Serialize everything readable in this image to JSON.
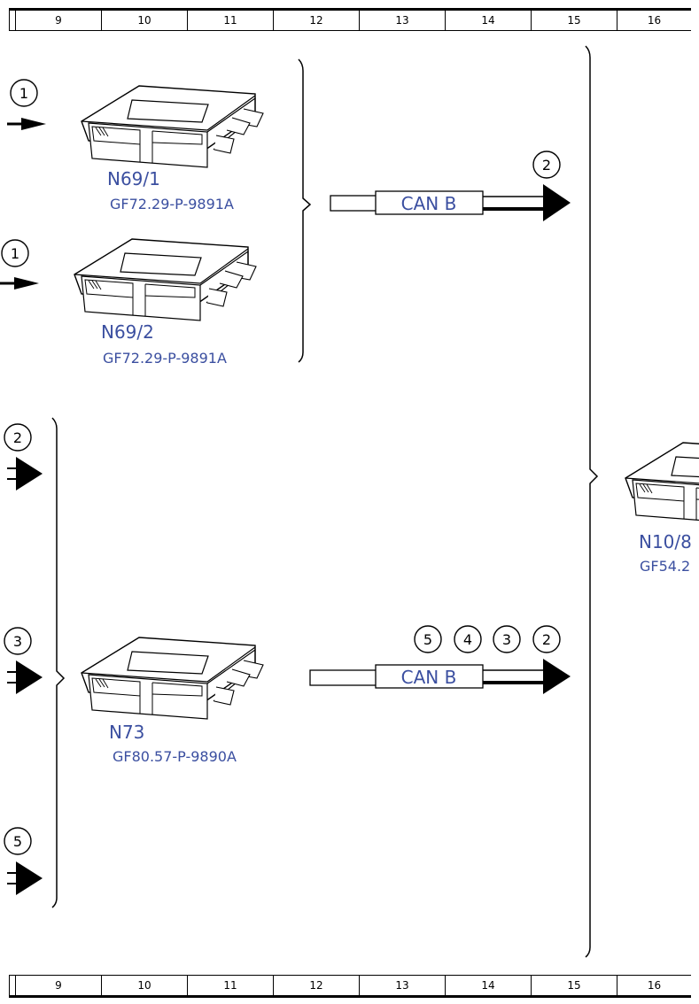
{
  "ruler": {
    "columns": [
      "9",
      "10",
      "11",
      "12",
      "13",
      "14",
      "15",
      "16"
    ]
  },
  "modules": [
    {
      "label": "N69/1",
      "ref": "GF72.29-P-9891A",
      "input_marker": "1"
    },
    {
      "label": "N69/2",
      "ref": "GF72.29-P-9891A",
      "input_marker": "1"
    },
    {
      "label": "N73",
      "ref": "GF80.57-P-9890A"
    },
    {
      "label": "N10/8",
      "ref": "GF54.2"
    }
  ],
  "inputs_n73": [
    "2",
    "3",
    "5"
  ],
  "bus_top": {
    "label": "CAN B",
    "markers": [
      "2"
    ]
  },
  "bus_bottom": {
    "label": "CAN B",
    "markers": [
      "5",
      "4",
      "3",
      "2"
    ]
  },
  "colors": {
    "label_blue": "#3b4fa0",
    "line": "#000000"
  }
}
